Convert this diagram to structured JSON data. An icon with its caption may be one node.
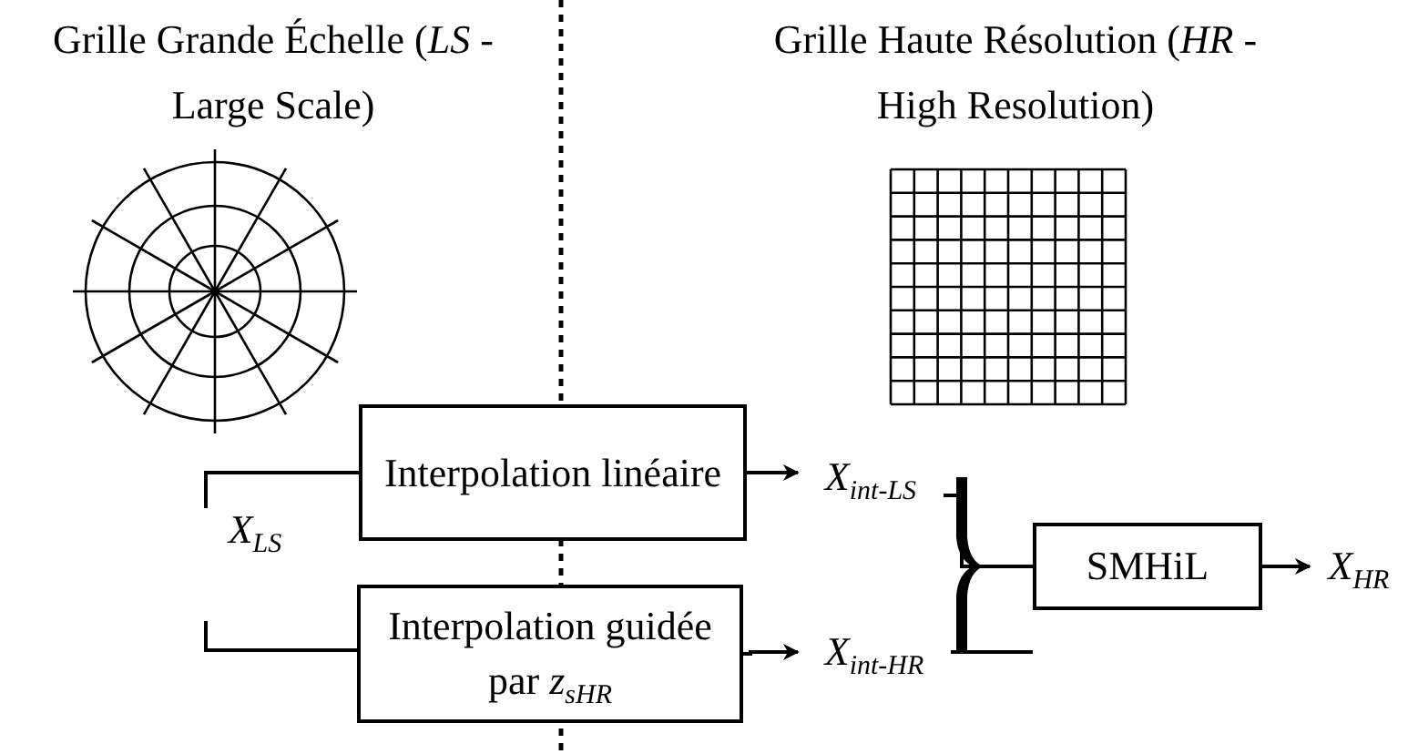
{
  "diagram": {
    "nodes": [
      {
        "text": [
          "X$_{LS}$"
        ]
      },
      {
        "text": [
          "Interpolation linéaire"
        ]
      },
      {
        "text": [
          "Interpolation guidée par *z*$_{sHR}$"
        ]
      },
      {
        "text": [
          "X$_{int-LS}$"
        ]
      },
      {
        "text": [
          "X$_{int-HR}$"
        ]
      },
      {
        "text": [
          "SMHiL"
        ]
      },
      {
        "text": [
          "X$_{HR}$"
        ]
      }
    ],
    "edges": [
      {
        "from": 0,
        "to": 1,
        "arrow": "none"
      },
      {
        "from": 0,
        "to": 2,
        "arrow": "none"
      },
      {
        "from": 1,
        "to": 3,
        "arrow": "to"
      },
      {
        "from": 2,
        "to": 4,
        "arrow": "to"
      },
      {
        "from": 3,
        "to": 5,
        "arrow": "none"
      },
      {
        "from": 4,
        "to": 5,
        "arrow": "none"
      },
      {
        "from": 5,
        "to": 6,
        "arrow": "to"
      }
    ],
    "labels": [
      "Grille Grande Échelle (*LS* - Large Scale)",
      "Grille Haute Résolution (*HR* - High Resolution)"
    ]
  }
}
